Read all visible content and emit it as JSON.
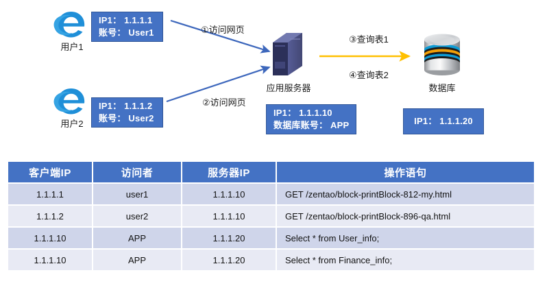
{
  "diagram": {
    "clients": [
      {
        "icon": "internet-explorer-icon",
        "caption": "用户1",
        "info_lines": [
          "IP1： 1.1.1.1",
          "账号： User1"
        ]
      },
      {
        "icon": "internet-explorer-icon",
        "caption": "用户2",
        "info_lines": [
          "IP1： 1.1.1.2",
          "账号： User2"
        ]
      }
    ],
    "server": {
      "icon": "application-server-icon",
      "caption": "应用服务器",
      "info_lines": [
        "IP1： 1.1.1.10",
        "数据库账号： APP"
      ]
    },
    "database": {
      "icon": "database-cylinder-icon",
      "caption": "数据库",
      "info_lines": [
        "IP1： 1.1.1.20"
      ]
    },
    "flows": [
      {
        "label": "①访问网页",
        "color": "#4472C4"
      },
      {
        "label": "②访问网页",
        "color": "#4472C4"
      },
      {
        "label": "③查询表1",
        "color": "#FFC000"
      },
      {
        "label": "④查询表2",
        "color": "#FFC000"
      }
    ],
    "colors": {
      "accent_blue": "#4472C4",
      "accent_blue_dark": "#2F5597",
      "accent_orange": "#FFC000",
      "server_body": "#3B3F7E",
      "ie_blue": "#1F8FD8"
    }
  },
  "table": {
    "headers": [
      "客户端IP",
      "访问者",
      "服务器IP",
      "操作语句"
    ],
    "rows": [
      [
        "1.1.1.1",
        "user1",
        "1.1.1.10",
        "GET  /zentao/block-printBlock-812-my.html"
      ],
      [
        "1.1.1.2",
        "user2",
        "1.1.1.10",
        "GET  /zentao/block-printBlock-896-qa.html"
      ],
      [
        "1.1.1.10",
        "APP",
        "1.1.1.20",
        "Select  *  from  User_info;"
      ],
      [
        "1.1.1.10",
        "APP",
        "1.1.1.20",
        "Select  *  from  Finance_info;"
      ]
    ],
    "colors": {
      "header_bg": "#4472C4",
      "header_fg": "#FFFFFF",
      "row_odd_bg": "#CFD5EA",
      "row_even_bg": "#E8EAF4"
    }
  }
}
